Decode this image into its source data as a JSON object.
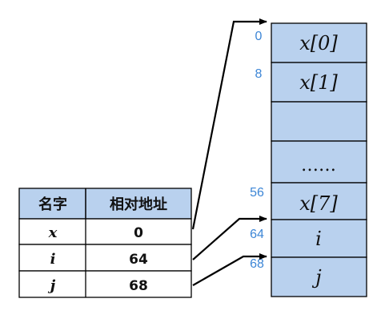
{
  "table": {
    "headers": [
      "名字",
      "相对地址"
    ],
    "rows": [
      {
        "name": "x",
        "addr": "0"
      },
      {
        "name": "i",
        "addr": "64"
      },
      {
        "name": "j",
        "addr": "68"
      }
    ]
  },
  "memory": {
    "cells": [
      "x[0]",
      "x[1]",
      "",
      "……",
      "x[7]",
      "i",
      "j"
    ],
    "addresses": [
      "0",
      "8",
      "56",
      "64",
      "68"
    ]
  },
  "colors": {
    "cell_fill": "#b9d1ee",
    "header_fill": "#b9d1ee",
    "address_text": "#3d86d6",
    "border": "#000000"
  }
}
